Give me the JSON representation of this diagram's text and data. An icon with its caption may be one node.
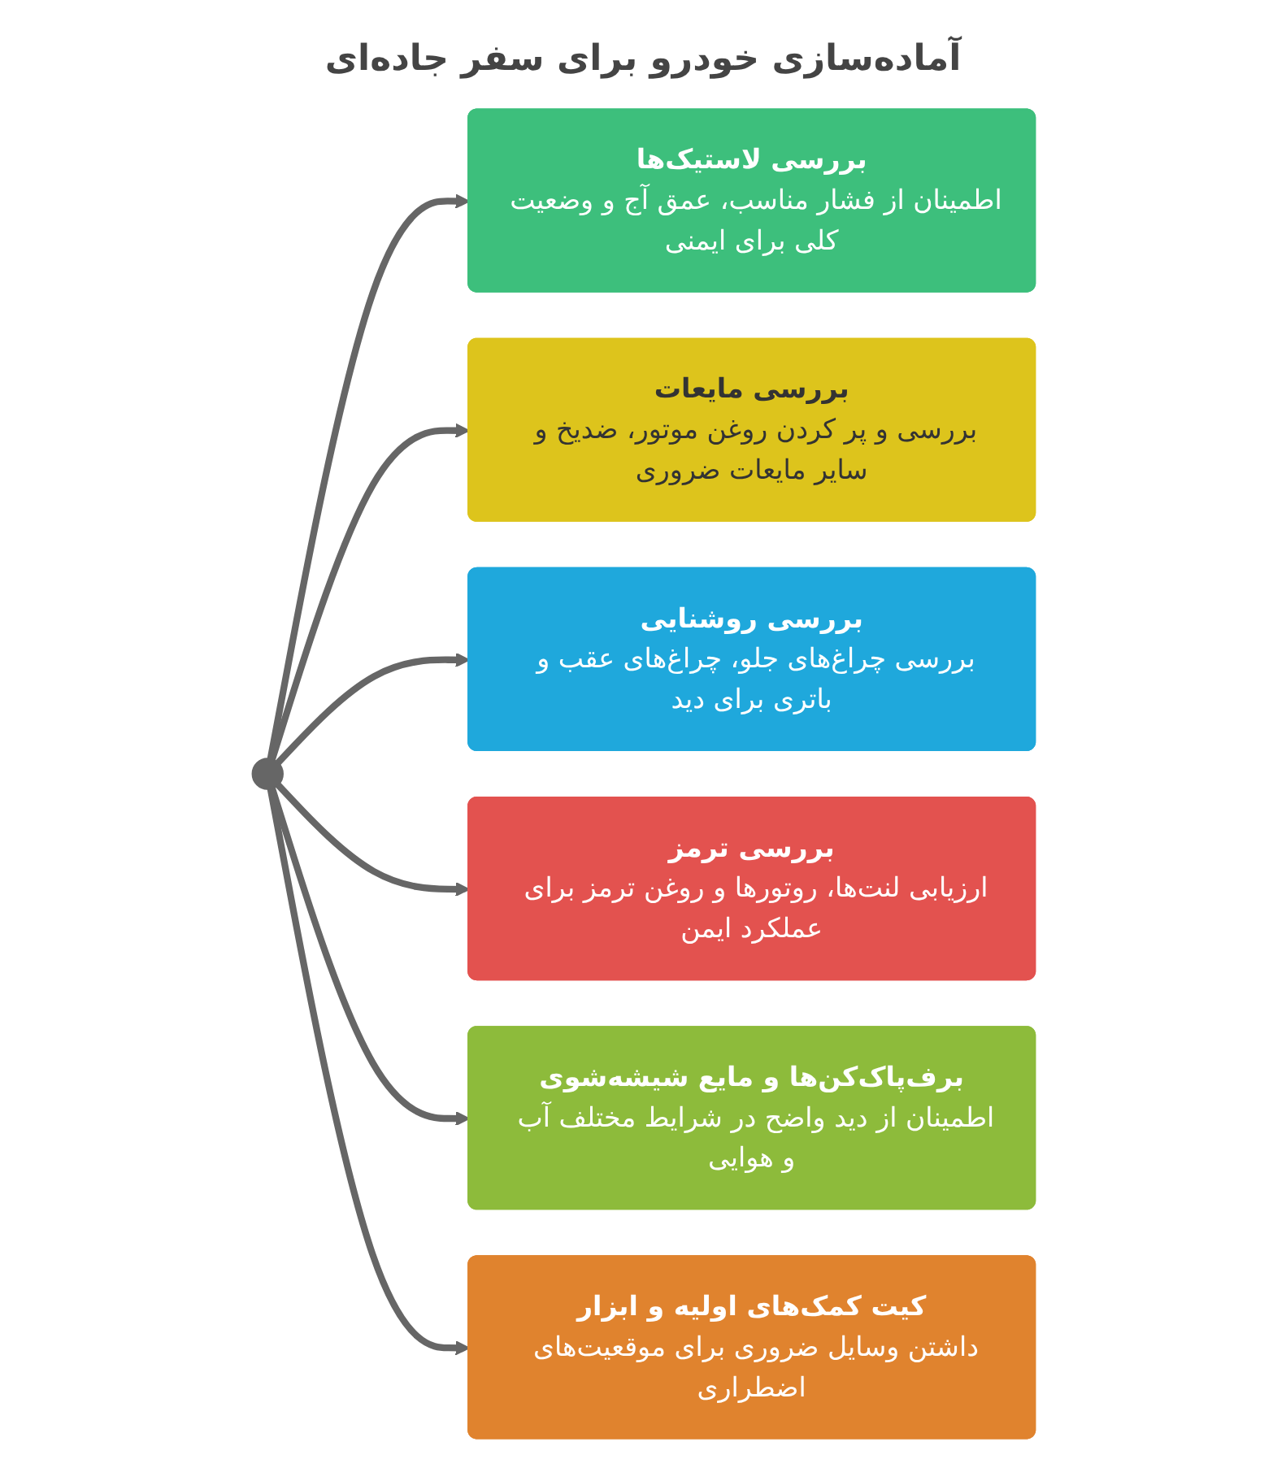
{
  "diagram": {
    "title": "آماده‌سازی خودرو برای سفر جاده‌ای",
    "nodes": [
      {
        "text": [],
        "shape": "circle"
      },
      {
        "text": [
          "بررسی لاستیک‌ها",
          "اطمینان از فشار مناسب، عمق آج و وضعیت کلی برای ایمنی"
        ]
      },
      {
        "text": [
          "بررسی مایعات",
          "بررسی و پر کردن روغن موتور، ضدیخ و سایر مایعات ضروری"
        ]
      },
      {
        "text": [
          "بررسی روشنایی",
          "بررسی چراغ‌های جلو، چراغ‌های عقب و باتری برای دید"
        ]
      },
      {
        "text": [
          "بررسی ترمز",
          "ارزیابی لنت‌ها، روتورها و روغن ترمز برای عملکرد ایمن"
        ]
      },
      {
        "text": [
          "برف‌پاک‌کن‌ها و مایع شیشه‌شوی",
          "اطمینان از دید واضح در شرایط مختلف آب و هوایی"
        ]
      },
      {
        "text": [
          "کیت کمک‌های اولیه و ابزار",
          "داشتن وسایل ضروری برای موقعیت‌های اضطراری"
        ]
      }
    ],
    "edges": [
      {
        "from": 0,
        "to": 1,
        "arrow": "to"
      },
      {
        "from": 0,
        "to": 2,
        "arrow": "to"
      },
      {
        "from": 0,
        "to": 3,
        "arrow": "to"
      },
      {
        "from": 0,
        "to": 4,
        "arrow": "to"
      },
      {
        "from": 0,
        "to": 5,
        "arrow": "to"
      },
      {
        "from": 0,
        "to": 6,
        "arrow": "to"
      }
    ]
  }
}
